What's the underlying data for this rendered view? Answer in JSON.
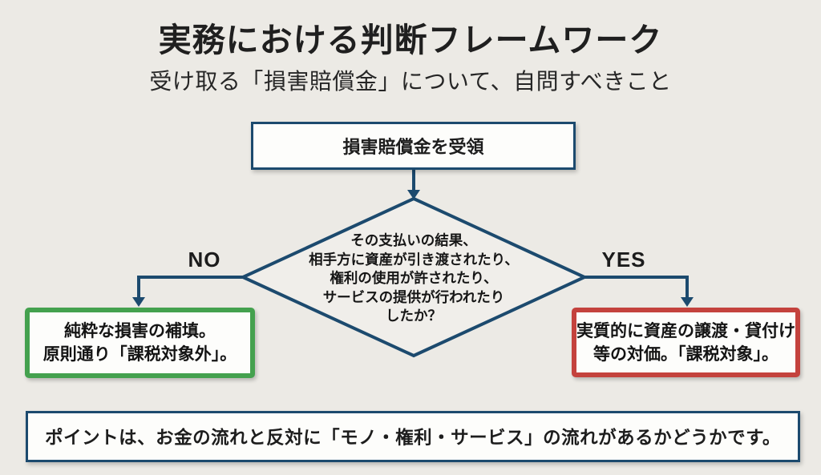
{
  "page": {
    "title": "実務における判断フレームワーク",
    "subtitle": "受け取る「損害賠償金」について、自問すべきこと"
  },
  "flowchart": {
    "start_box": "損害賠償金を受領",
    "decision": {
      "lines": [
        "その支払いの結果、",
        "相手方に資産が引き渡されたり、",
        "権利の使用が許されたり、",
        "サービスの提供が行われたり",
        "したか？"
      ]
    },
    "no_label": "NO",
    "yes_label": "YES",
    "no_result": {
      "lines": [
        "純粋な損害の補填。",
        "原則通り「課税対象外」。"
      ]
    },
    "yes_result": {
      "lines": [
        "実質的に資産の譲渡・貸付け",
        "等の対価。「課税対象」。"
      ]
    },
    "note": "ポイントは、お金の流れと反対に「モノ・権利・サービス」の流れがあるかどうかです。"
  },
  "colors": {
    "background": "#eceae5",
    "navy": "#1c4a6e",
    "green": "#44a14e",
    "red": "#c4423d",
    "text": "#1d1d1d",
    "box_fill": "#fdfdfb"
  }
}
